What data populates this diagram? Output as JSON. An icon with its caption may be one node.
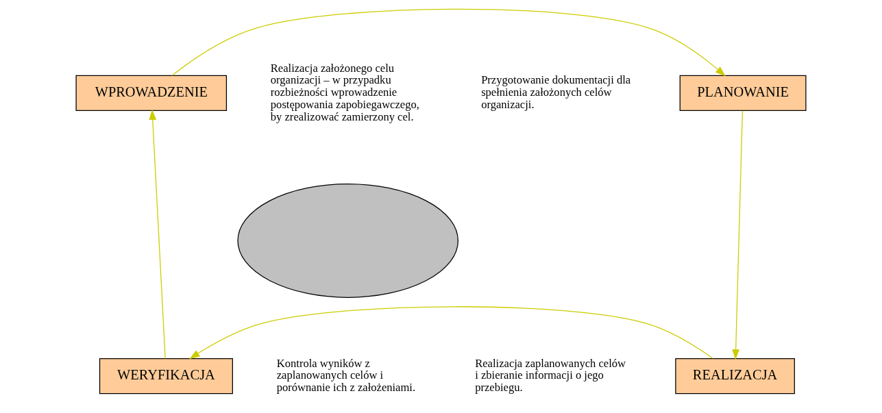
{
  "diagram": {
    "nodes": [
      {
        "text": [
          "WPROWADZENIE"
        ]
      },
      {
        "text": [
          "PLANOWANIE"
        ]
      },
      {
        "text": [],
        "shape": "ellipse"
      },
      {
        "text": [
          "Realizacja założonego celu organizacji – w przypadku rozbieżności wprowadzenie postępowania zapobiegawczego, by zrealizować zamierzony cel."
        ]
      },
      {
        "text": [
          "Przygotowanie dokumentacji dla spełnienia założonych celów organizacji."
        ]
      },
      {
        "text": [
          "Kontrola wyników z zaplanowanych celów i porównanie ich z założeniami."
        ]
      },
      {
        "text": [
          "Realizacja zaplanowanych celów i zbieranie informacji o jego przebiegu."
        ]
      },
      {
        "text": [
          "WERYFIKACJA"
        ]
      },
      {
        "text": [
          "REALIZACJA"
        ]
      }
    ],
    "edges": [
      {
        "from": 0,
        "to": 1,
        "arrow": "to"
      },
      {
        "from": 1,
        "to": 8,
        "arrow": "to"
      },
      {
        "from": 8,
        "to": 7,
        "arrow": "to"
      },
      {
        "from": 7,
        "to": 0,
        "arrow": "to"
      }
    ]
  }
}
